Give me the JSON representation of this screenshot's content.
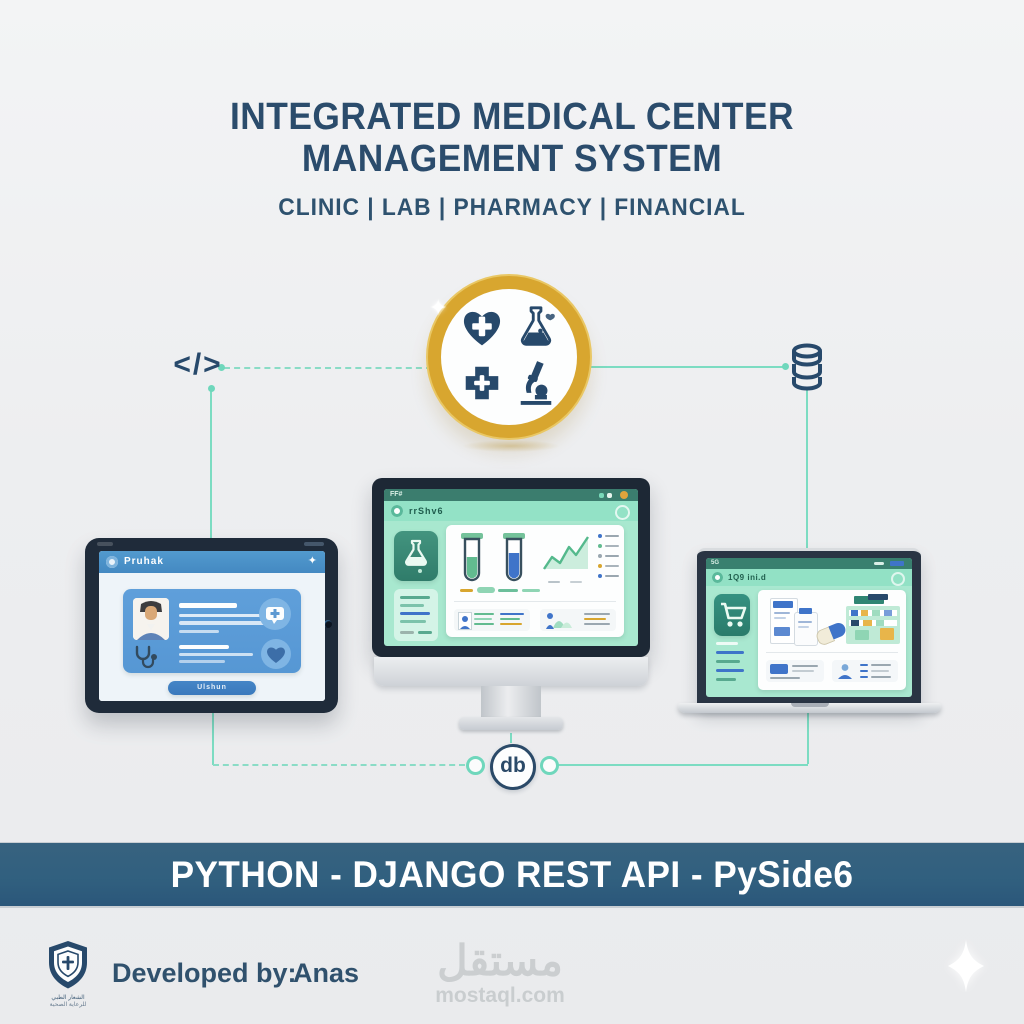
{
  "header": {
    "title_line1": "INTEGRATED MEDICAL CENTER",
    "title_line2": "MANAGEMENT SYSTEM",
    "subtitle": "CLINIC | LAB | PHARMACY | FINANCIAL"
  },
  "diagram": {
    "code_symbol": "</>",
    "db_node_label": "db",
    "connector_color": "#7cdcc2",
    "badge_ring_color": "#d8a62f",
    "icon_color": "#27496b",
    "badge_icons": [
      "heart-cross-icon",
      "lab-flask-icon",
      "medical-cross-icon",
      "microscope-icon"
    ]
  },
  "devices": {
    "tablet": {
      "app_title": "Pruhak",
      "button_label": "Ulshun",
      "accent": "#5b9cd8"
    },
    "monitor": {
      "titlebar_text": "FF#",
      "app_title": "rrShv6",
      "accent": "#a8e8cf"
    },
    "laptop": {
      "titlebar_text": "5G",
      "app_title": "1Q9 ini.d",
      "accent": "#a9e8d0"
    }
  },
  "banner": {
    "text": "PYTHON - DJANGO REST API - PySide6",
    "bg": "#31607f"
  },
  "footer": {
    "developed_by_label": "Developed by:",
    "developer_name": "Anas",
    "logo_caption_line1": "الشعار الطبي",
    "logo_caption_line2": "للرعاية الصحية",
    "watermark_arabic": "مستقل",
    "watermark_domain": "mostaql.com"
  }
}
